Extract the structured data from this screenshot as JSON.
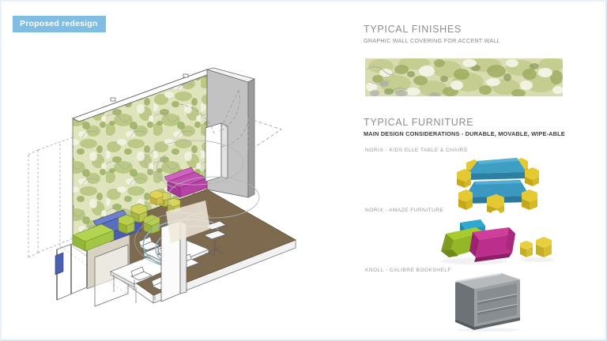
{
  "slide": {
    "tag_label": "Proposed redesign",
    "tag_color": "#7fbde2",
    "background": "#ffffff",
    "border_color": "#dbe9f4"
  },
  "finishes": {
    "title": "TYPICAL FINISHES",
    "subtitle": "GRAPHIC WALL COVERING FOR ACCENT WALL",
    "swatch_name": "wall-covering-swatch",
    "swatch_colors": {
      "base": "#d7dcab",
      "light": "#f2f3e2",
      "mid": "#c3cc8e",
      "dark": "#9aa862",
      "gray": "#9aa0a0"
    }
  },
  "furniture": {
    "title": "TYPICAL FURNITURE",
    "subtitle": "MAIN DESIGN CONSIDERATIONS - DURABLE, MOVABLE, WIPE-ABLE",
    "items": [
      {
        "label": "NORIX -  KIDS ELLE TABLE & CHAIRS",
        "image_name": "kids-elle-table-chairs-image",
        "colors": {
          "table": "#2f87ad",
          "table_light": "#3e9ec6",
          "chair": "#e8c838",
          "chair_dark": "#c8a81f"
        }
      },
      {
        "label": "NORIX - AMAZE FURNITURE",
        "image_name": "amaze-furniture-image",
        "colors": {
          "cyan": "#2ba6cf",
          "lime": "#9cc323",
          "magenta": "#c9338f",
          "ottoman": "#e6cb3c"
        }
      },
      {
        "label": "KNOLL -  CALIBRE BOOKSHELF",
        "image_name": "calibre-bookshelf-image",
        "colors": {
          "body": "#8c9094",
          "shade": "#5f6468",
          "inner": "#6e7478"
        }
      }
    ]
  },
  "room_rendering": {
    "name": "isometric-room-rendering",
    "floor_color": "#7d6a4f",
    "accent_wall": "graphic foliage wall covering",
    "gray_wall_color": "#bfbfbf",
    "elements": [
      "accent-wall",
      "side-wall",
      "floor-slab",
      "glass-partition",
      "reception-desk",
      "office-chair",
      "work-tables",
      "stacking-chairs",
      "lounge-seating",
      "hexagonal-stools",
      "door-swing-arcs",
      "dashed-reference-lines"
    ],
    "furniture_colors": {
      "lounge_blue": "#3b4fa0",
      "lounge_green": "#9dc43a",
      "lounge_magenta": "#b8369c",
      "stool_yellow": "#d9d14a",
      "stool_green": "#a8c547",
      "table_white": "#ffffff"
    }
  }
}
